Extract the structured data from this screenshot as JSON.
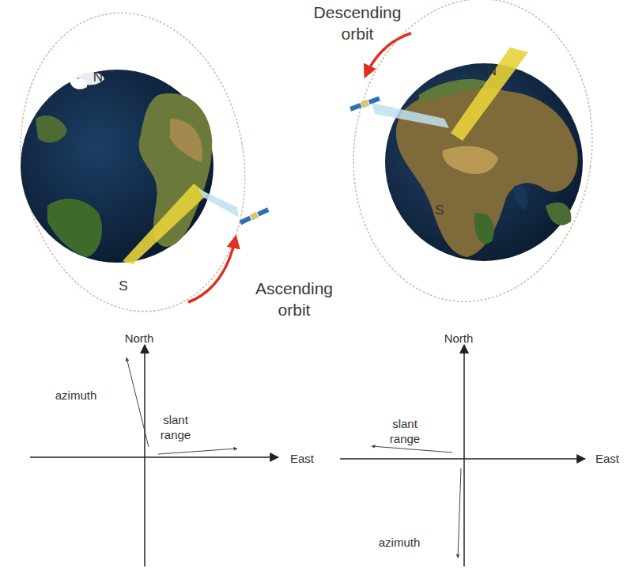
{
  "diagram": {
    "labels": [
      "Descending orbit",
      "N",
      "N",
      "S",
      "Ascending orbit",
      "S",
      "North",
      "North",
      "azimuth",
      "slant range",
      "slant range",
      "East",
      "East",
      "azimuth"
    ]
  }
}
